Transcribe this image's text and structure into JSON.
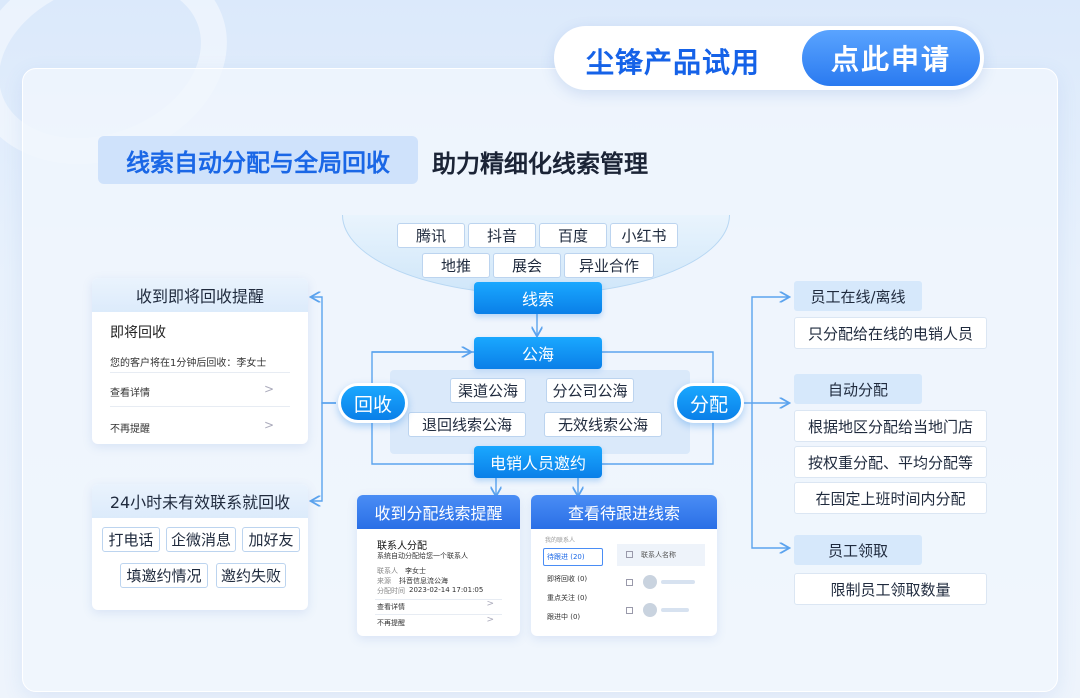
{
  "cta": {
    "left": "尘锋产品试用",
    "right": "点此申请"
  },
  "heading": {
    "highlight": "线索自动分配与全局回收",
    "sub": "助力精细化线索管理"
  },
  "sources": {
    "row1": [
      "腾讯",
      "抖音",
      "百度",
      "小红书"
    ],
    "row2": [
      "地推",
      "展会",
      "异业合作"
    ]
  },
  "flow": {
    "leads": "线索",
    "pool": "公海",
    "sales_invite": "电销人员邀约",
    "recycle": "回收",
    "assign": "分配",
    "pools": [
      "渠道公海",
      "分公司公海",
      "退回线索公海",
      "无效线索公海"
    ]
  },
  "recall_card": {
    "header": "收到即将回收提醒",
    "title": "即将回收",
    "msg": "您的客户将在1分钟后回收：李女士",
    "view": "查看详情",
    "mute": "不再提醒"
  },
  "rule_card": {
    "header": "24小时未有效联系就回收",
    "tags": [
      "打电话",
      "企微消息",
      "加好友",
      "填邀约情况",
      "邀约失败"
    ]
  },
  "assign_card": {
    "header": "收到分配线索提醒",
    "title": "联系人分配",
    "desc": "系统自动分配给您一个联系人",
    "contact_k": "联系人",
    "contact_v": "李女士",
    "src_k": "来源",
    "src_v": "抖音信息流公海",
    "time_k": "分配时间",
    "time_v": "2023-02-14  17:01:05",
    "view": "查看详情",
    "mute": "不再提醒"
  },
  "followup_card": {
    "header": "查看待跟进线索",
    "my": "我的联系人",
    "col": "联系人名称",
    "items": [
      "待跟进 (20)",
      "即将回收 (0)",
      "重点关注 (0)",
      "跟进中 (0)"
    ]
  },
  "right": {
    "online_h": "员工在线/离线",
    "online_b": "只分配给在线的电销人员",
    "auto_h": "自动分配",
    "auto_b": [
      "根据地区分配给当地门店",
      "按权重分配、平均分配等",
      "在固定上班时间内分配"
    ],
    "claim_h": "员工领取",
    "claim_b": "限制员工领取数量"
  },
  "colors": {
    "accent": "#1a67e6",
    "pill": "#0a7fe8",
    "line": "#5ba3ee"
  }
}
